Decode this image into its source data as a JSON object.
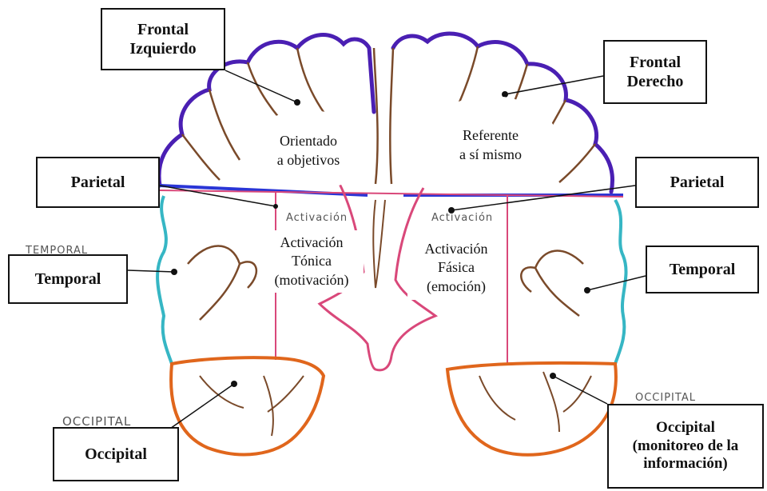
{
  "labels": {
    "frontal_left": "Frontal\nIzquierdo",
    "frontal_right": "Frontal\nDerecho",
    "parietal_left": "Parietal",
    "parietal_right": "Parietal",
    "temporal_left": "Temporal",
    "temporal_right": "Temporal",
    "occipital_left": "Occipital",
    "occipital_right": "Occipital\n(monitoreo de la\ninformación)"
  },
  "bubbles": {
    "left_goal": "Orientado\na objetivos",
    "right_self": "Referente\na sí mismo"
  },
  "activation": {
    "tonic": "Activación\nTónica\n(motivación)",
    "phasic": "Activación\nFásica\n(emoción)"
  },
  "handwritten": {
    "temporal": "TEMPORAL",
    "occipital_left": "OCCIPITAL",
    "occipital_right": "OCCIPITAL",
    "activacion_left": "Activación",
    "activacion_right": "Activación"
  },
  "colors": {
    "frontal": "#4a1fb3",
    "parietal_line": "#2a35d6",
    "temporal": "#36b6c4",
    "occipital": "#e0661c",
    "midline": "#d9487a",
    "outline_brown": "#7a4a2a"
  }
}
